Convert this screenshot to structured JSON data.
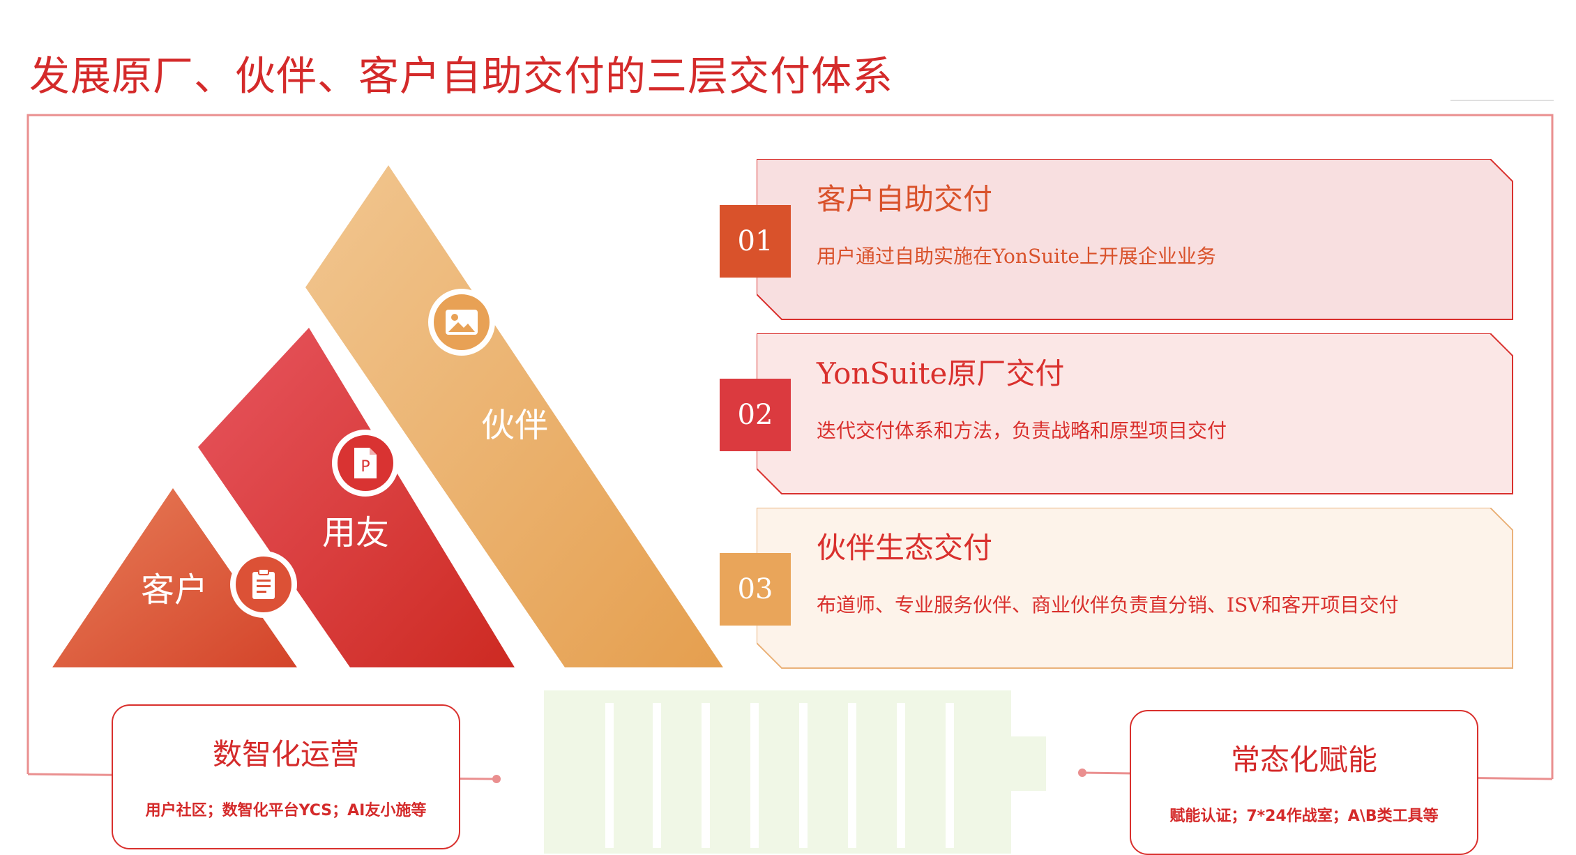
{
  "title": "发展原厂、伙伴、客户自助交付的三层交付体系",
  "pyramid": {
    "customer_label": "客户",
    "yonyou_label": "用友",
    "partner_label": "伙伴",
    "customer_icon": "clipboard-icon",
    "yonyou_icon": "document-p-icon",
    "partner_icon": "image-icon"
  },
  "cards": [
    {
      "num": "01",
      "title": "客户自助交付",
      "desc": "用户通过自助实施在YonSuite上开展企业业务",
      "accent": "#d9522b",
      "bg": "#f8dfe0",
      "border": "#d9302d"
    },
    {
      "num": "02",
      "title": "YonSuite原厂交付",
      "desc": "迭代交付体系和方法，负责战略和原型项目交付",
      "accent": "#db3a3f",
      "bg": "#fbe7e6",
      "border": "#d9302d"
    },
    {
      "num": "03",
      "title": "伙伴生态交付",
      "desc": "布道师、专业服务伙伴、商业伙伴负责直分销、ISV和客开项目交付",
      "accent": "#e9a55a",
      "bg": "#fdf3ea",
      "border": "#eab27a"
    }
  ],
  "bottom": {
    "left": {
      "title": "数智化运营",
      "desc": "用户社区；数智化平台YCS；AI友小施等"
    },
    "right": {
      "title": "常态化赋能",
      "desc": "赋能认证；7*24作战室；A\\B类工具等"
    }
  },
  "colors": {
    "brand": "#d42a2a",
    "orange": "#e8a85c",
    "red": "#d32a2a"
  }
}
